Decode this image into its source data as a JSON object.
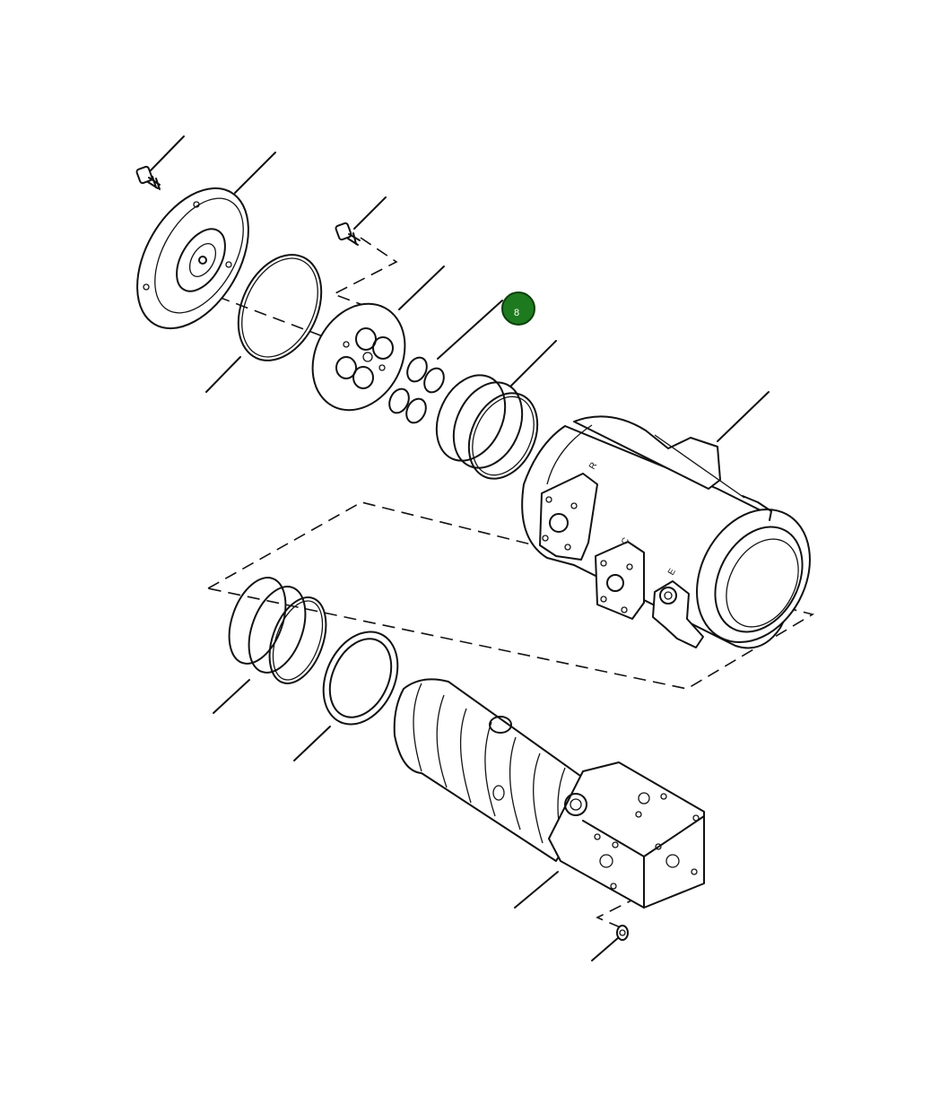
{
  "diagram": {
    "callout_badge": {
      "label": "8",
      "color": "#1e7a1e"
    },
    "port_letters": [
      "R",
      "C",
      "E"
    ]
  }
}
